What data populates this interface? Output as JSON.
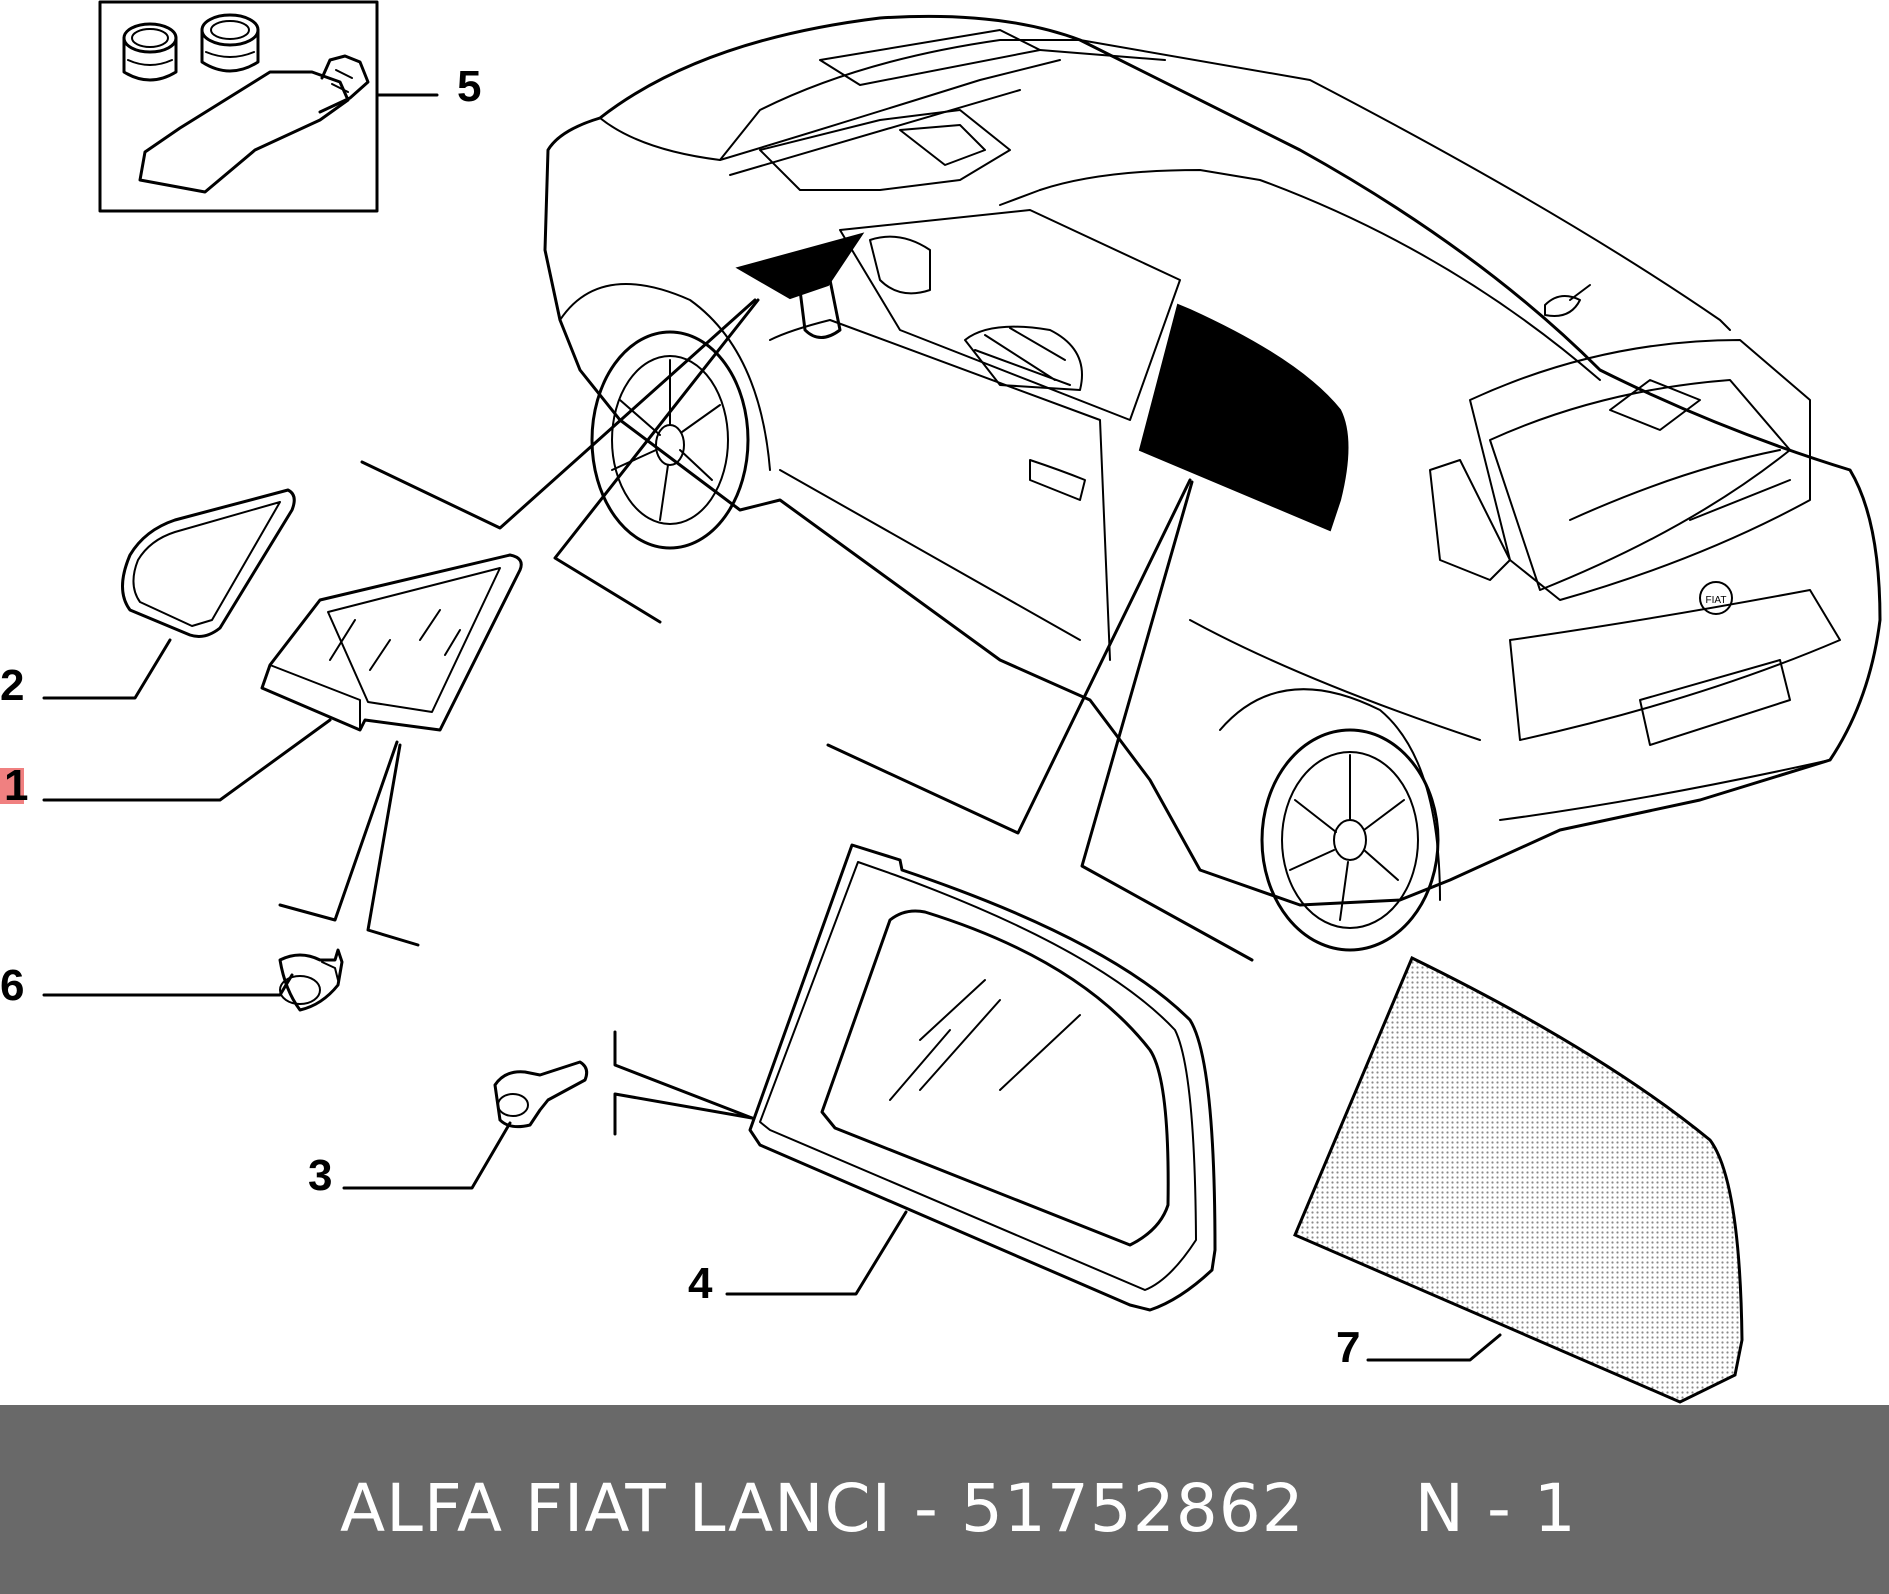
{
  "callouts": [
    {
      "id": "1",
      "label": "1",
      "highlighted": true
    },
    {
      "id": "2",
      "label": "2"
    },
    {
      "id": "3",
      "label": "3"
    },
    {
      "id": "4",
      "label": "4"
    },
    {
      "id": "5",
      "label": "5"
    },
    {
      "id": "6",
      "label": "6"
    },
    {
      "id": "7",
      "label": "7"
    }
  ],
  "car_badge": "FIAT",
  "footer": {
    "text": "ALFA FIAT LANCI - 51752862     N - 1"
  },
  "colors": {
    "footer_bg": "#696969",
    "footer_text": "#ffffff",
    "highlight": "#f08080",
    "tint_glass": "#c8c8c8"
  }
}
